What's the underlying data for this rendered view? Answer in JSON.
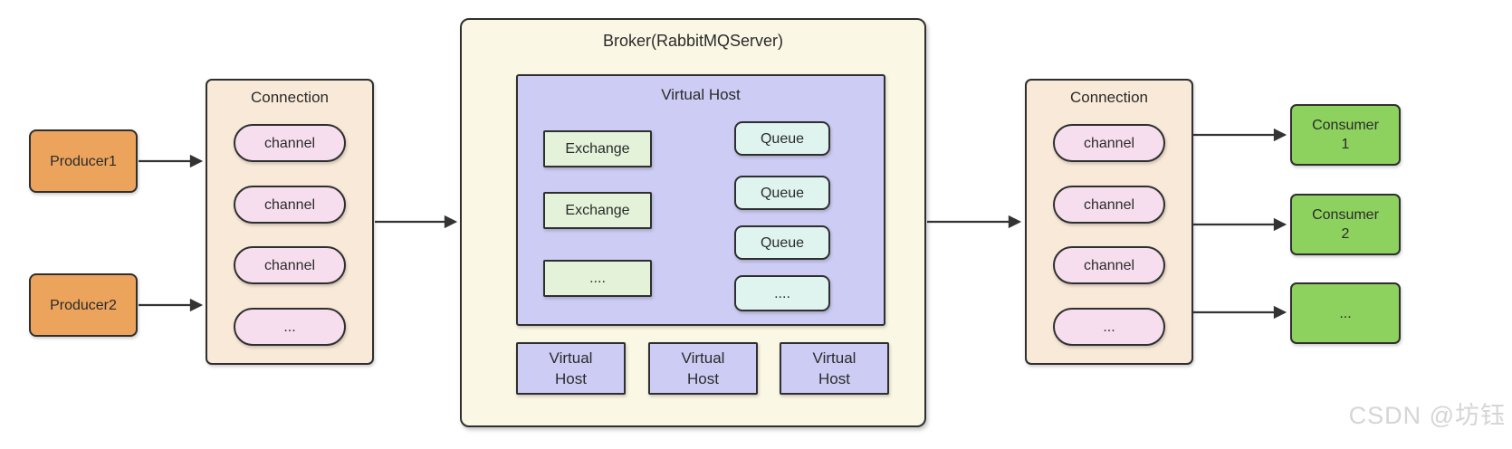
{
  "producers": [
    {
      "label": "Producer1"
    },
    {
      "label": "Producer2"
    }
  ],
  "connections": {
    "left": {
      "title": "Connection",
      "channels": [
        "channel",
        "channel",
        "channel",
        "..."
      ]
    },
    "right": {
      "title": "Connection",
      "channels": [
        "channel",
        "channel",
        "channel",
        "..."
      ]
    }
  },
  "broker": {
    "title": "Broker(RabbitMQServer)",
    "virtual_host": {
      "title": "Virtual Host",
      "exchanges": [
        "Exchange",
        "Exchange",
        "...."
      ],
      "queues": [
        "Queue",
        "Queue",
        "Queue",
        "...."
      ]
    },
    "bottom_virtual_hosts": [
      "Virtual\nHost",
      "Virtual\nHost",
      "Virtual\nHost"
    ]
  },
  "consumers": [
    {
      "label": "Consumer\n1"
    },
    {
      "label": "Consumer\n2"
    },
    {
      "label": "..."
    }
  ],
  "watermark": "CSDN @坊钰",
  "colors": {
    "producer_fill": "#ECA35C",
    "connection_fill": "#F9E9D8",
    "channel_fill": "#F7DEEF",
    "broker_fill": "#FAF7E4",
    "virtual_host_fill": "#CCCCF5",
    "exchange_fill": "#E3F2D9",
    "queue_fill": "#DFF4EF",
    "consumer_fill": "#8DD15E",
    "border": "#2F2F2F",
    "arrow": "#333333",
    "watermark_color": "#D5D5D5"
  }
}
